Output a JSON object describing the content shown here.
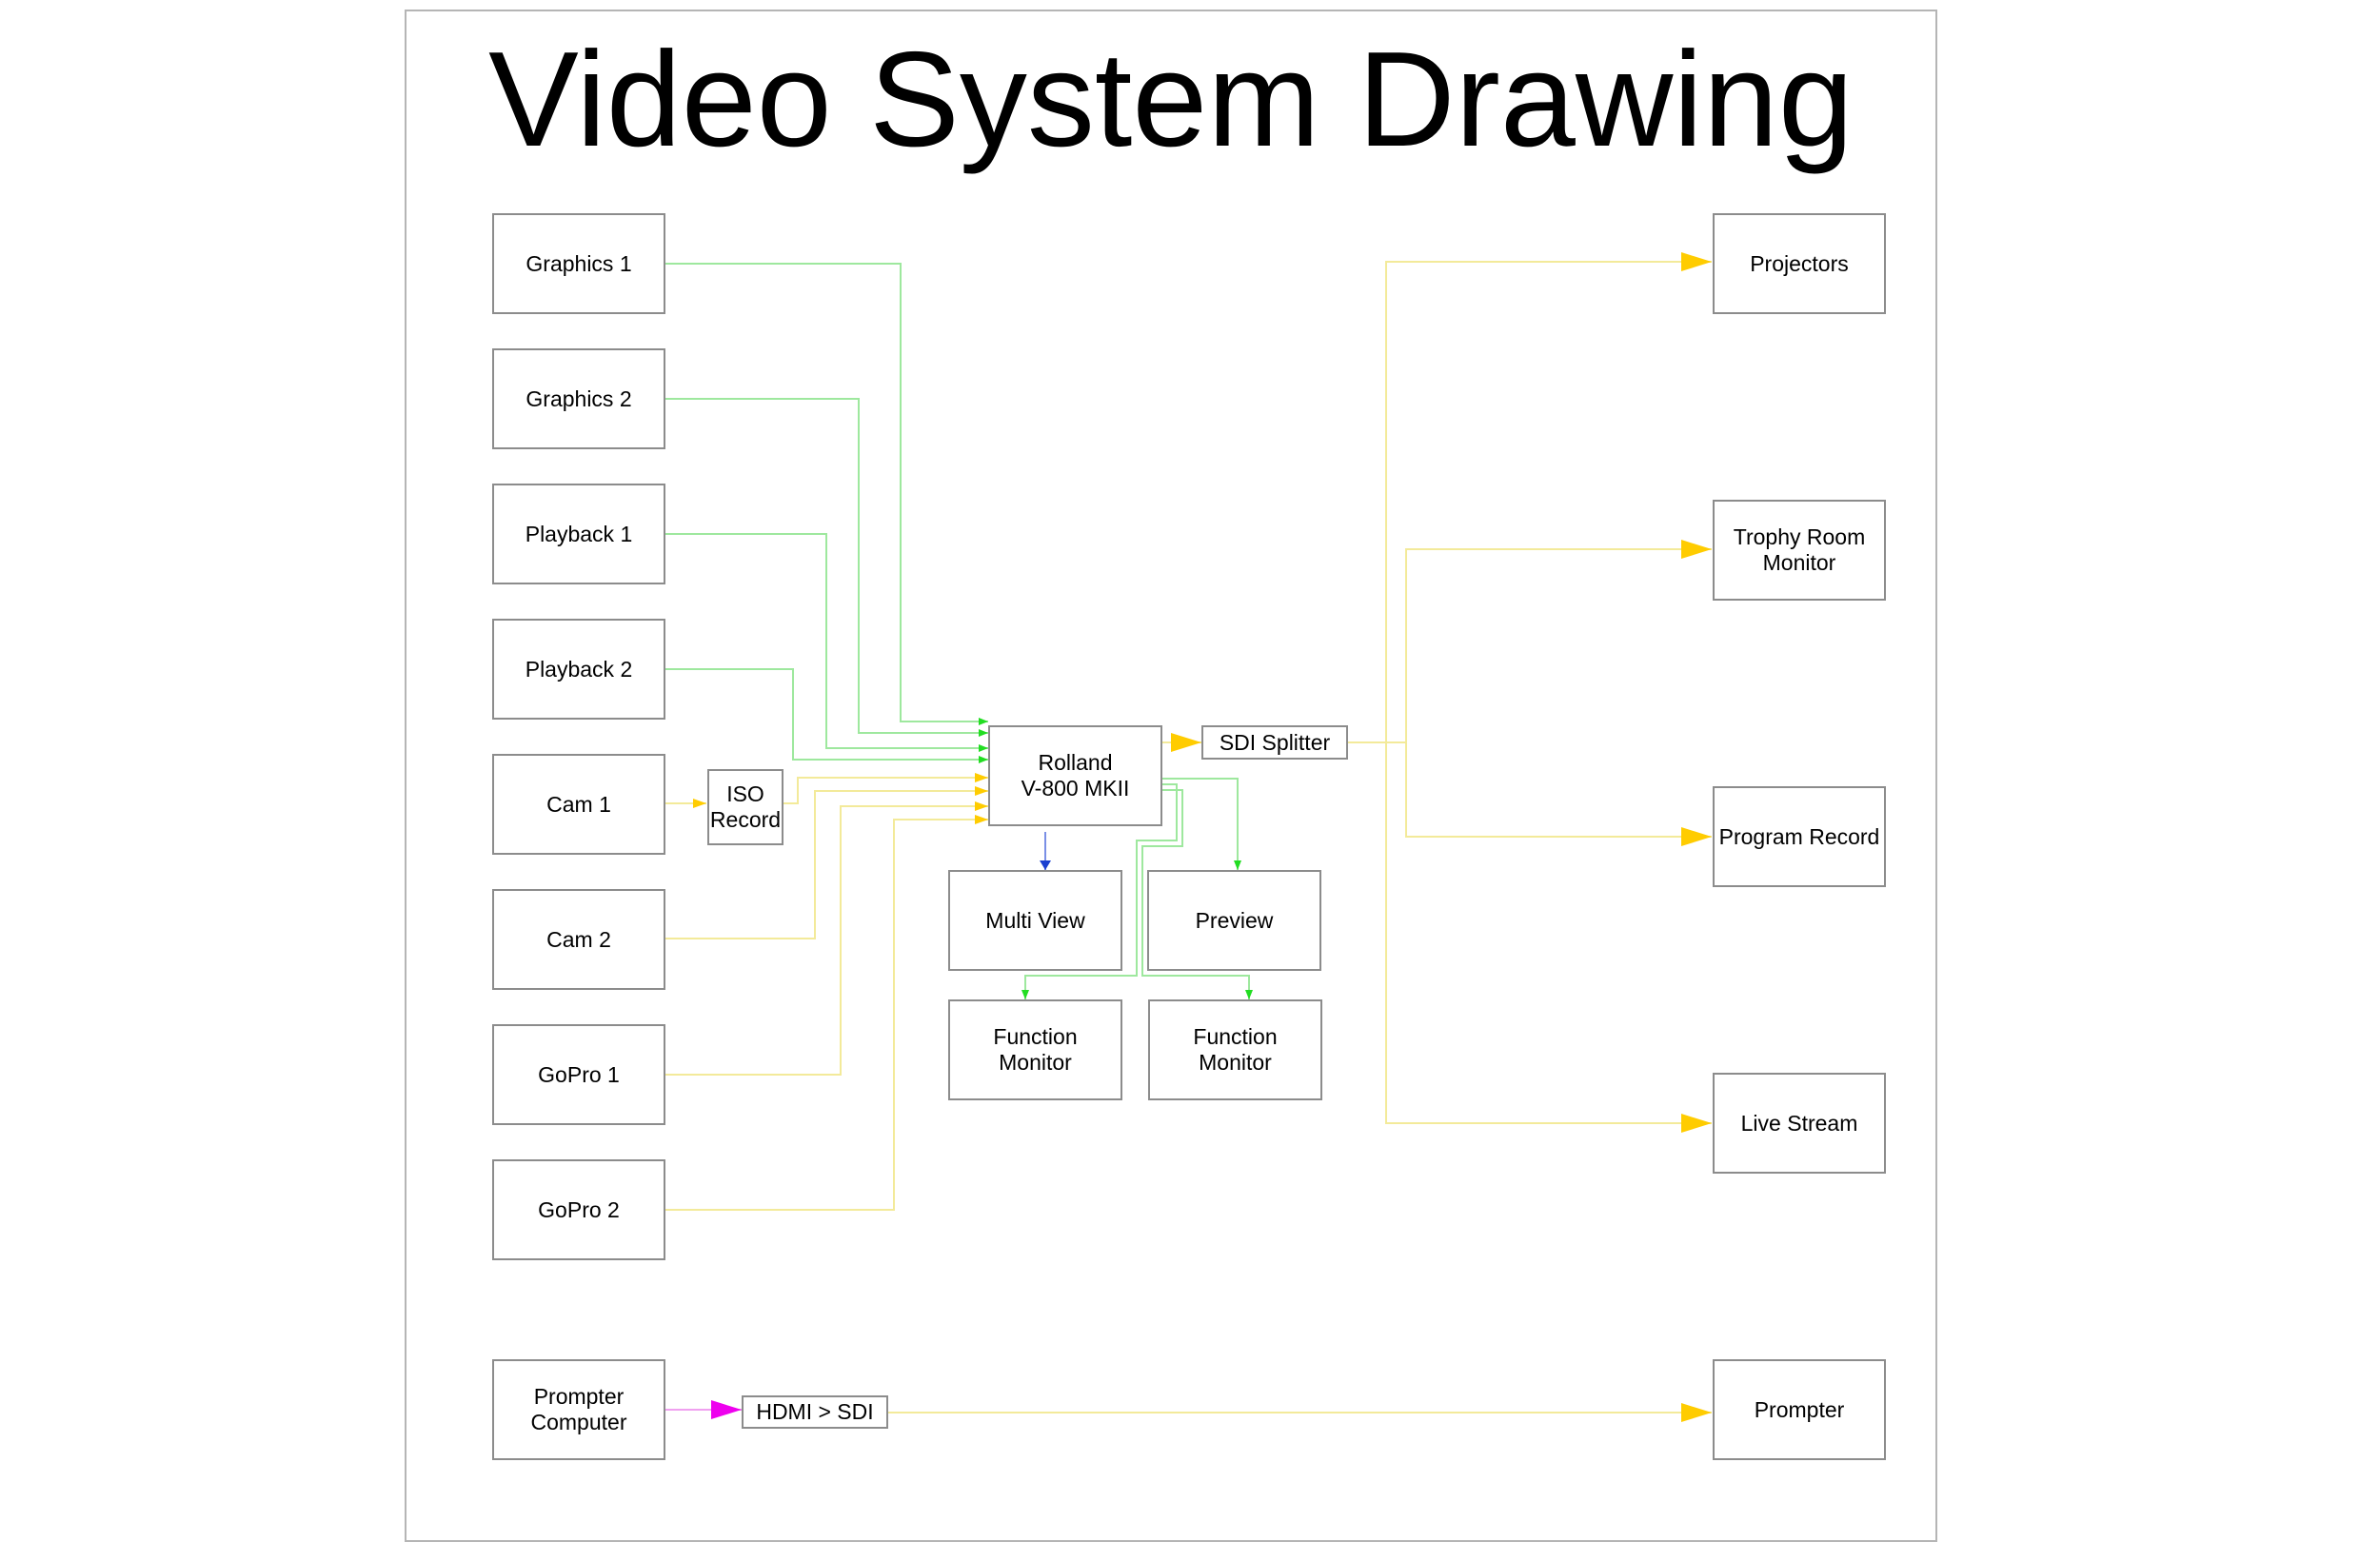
{
  "title": "Video System Drawing",
  "nodes": {
    "graphics1": "Graphics 1",
    "graphics2": "Graphics 2",
    "playback1": "Playback 1",
    "playback2": "Playback 2",
    "cam1": "Cam 1",
    "cam2": "Cam 2",
    "gopro1": "GoPro 1",
    "gopro2": "GoPro 2",
    "prompter_computer": "Prompter\nComputer",
    "iso_record": "ISO\nRecord",
    "switcher": "Rolland\nV-800 MKII",
    "sdi_splitter": "SDI Splitter",
    "multi_view": "Multi View",
    "preview": "Preview",
    "function_monitor_1": "Function\nMonitor",
    "function_monitor_2": "Function\nMonitor",
    "hdmi_sdi": "HDMI > SDI",
    "projectors": "Projectors",
    "trophy_room_monitor": "Trophy Room\nMonitor",
    "program_record": "Program Record",
    "live_stream": "Live Stream",
    "prompter": "Prompter"
  },
  "colors": {
    "hdmi_line": "#9ee89e",
    "hdmi_arrow": "#22dd22",
    "sdi_line": "#f3ea9a",
    "sdi_arrow": "#ffcc00",
    "multiview_arrow": "#1a3fd0",
    "prompter_arrow": "#ee00ee",
    "prompter_line": "#f0a0f0"
  }
}
